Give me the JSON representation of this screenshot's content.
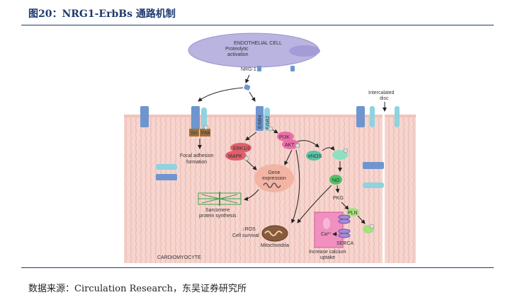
{
  "figure": {
    "title": "图20：NRG1-ErbBs 通路机制",
    "source": "数据来源：Circulation Research，东吴证券研究所"
  },
  "diagram": {
    "endothelial_cell": "ENDOTHELIAL CELL",
    "proteolytic_1": "Proteolytic",
    "proteolytic_2": "activation",
    "nrg1": "NRG-1",
    "intercalated_1": "Intercalated",
    "intercalated_2": "disc",
    "erbb4": "ErbB4",
    "erbb2": "ErbB2",
    "src": "Src",
    "fak": "FAK",
    "focal_1": "Focal adhesion",
    "focal_2": "formation",
    "erk": "ERK1/2",
    "mapk": "MAPK",
    "pi3k": "PI3K",
    "akt": "AKT",
    "enos": "eNOS",
    "gene_1": "Gene",
    "gene_2": "expression",
    "no": "NO",
    "pkg": "PKG",
    "pln": "PLN",
    "sarcomere_1": "Sarcomere",
    "sarcomere_2": "protein synthesis",
    "ros": "↓ROS",
    "survival": "Cell survival",
    "mitochondria": "Mitochondria",
    "ca": "Ca²⁺",
    "serca": "SERCA",
    "calcium_1": "Increase calcium",
    "calcium_2": "uptake",
    "cardiomyocyte": "CARDIOMYOCYTE",
    "p": "P"
  }
}
